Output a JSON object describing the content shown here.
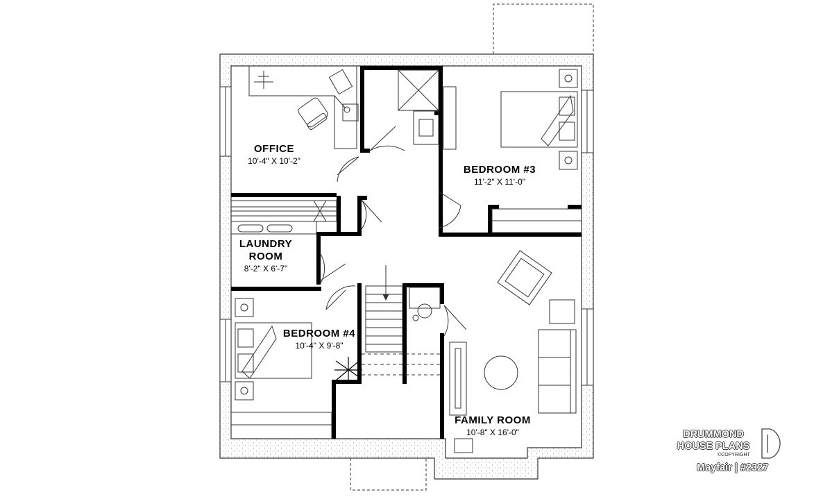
{
  "rooms": {
    "office": {
      "name": "OFFICE",
      "dims": "10'-4\" X 10'-2\""
    },
    "bedroom3": {
      "name": "BEDROOM #3",
      "dims": "11'-2\" X 11'-0\""
    },
    "laundry": {
      "name_line1": "LAUNDRY",
      "name_line2": "ROOM",
      "dims": "8'-2\" X 6'-7\""
    },
    "bedroom4": {
      "name": "BEDROOM #4",
      "dims": "10'-4\" X 9'-8\""
    },
    "family": {
      "name": "FAMILY ROOM",
      "dims": "10'-8\" X 16'-0\""
    }
  },
  "brand": {
    "line1": "DRUMMOND",
    "line2": "HOUSE PLANS",
    "copyright": "©COPYRIGHT"
  },
  "caption": "Mayfair | #2327",
  "colors": {
    "wall": "#000000",
    "exterior_wall_fill": "#ffffff",
    "line": "#333333"
  }
}
